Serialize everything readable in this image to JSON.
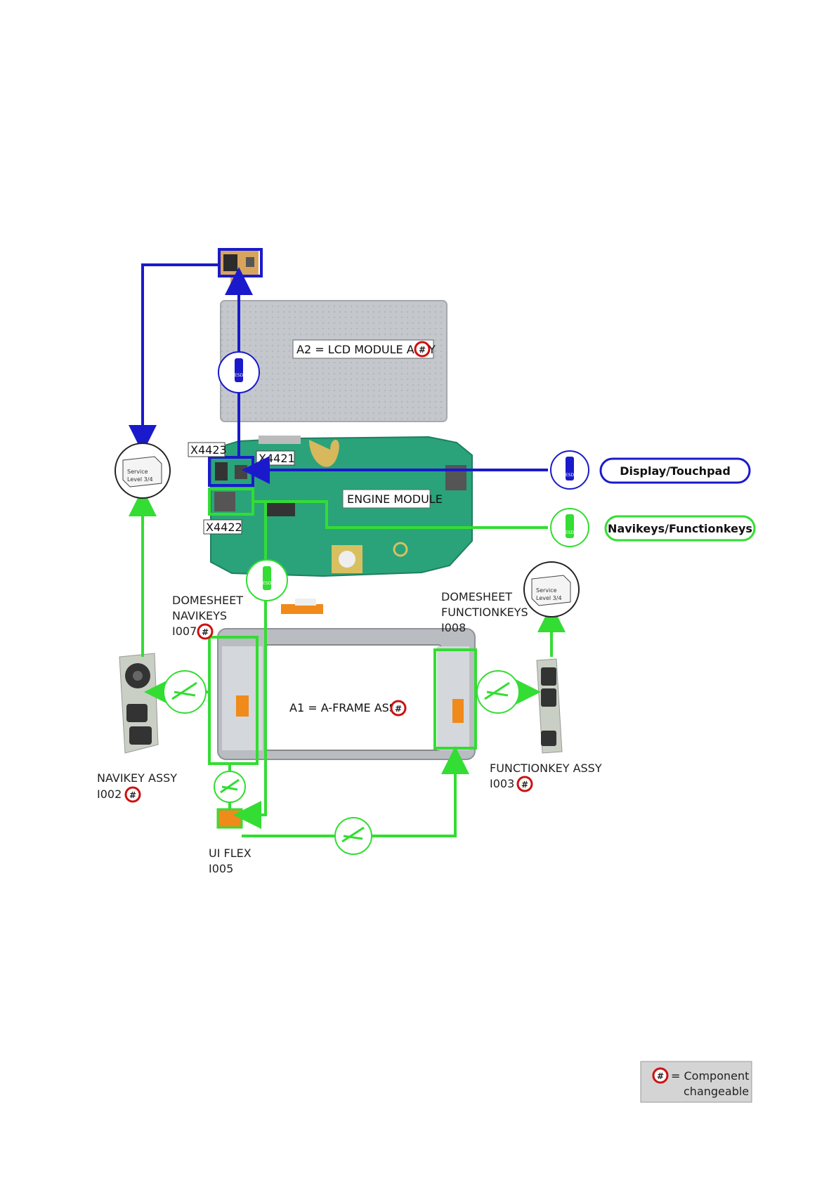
{
  "diagram": {
    "lcd_module": {
      "label": "A2 = LCD MODULE ASSY"
    },
    "engine_module": {
      "label": "ENGINE MODULE"
    },
    "a_frame": {
      "label": "A1 = A-FRAME ASSY"
    },
    "connectors": {
      "x4423": "X4423",
      "x4421": "X4421",
      "x4422": "X4422"
    },
    "pills": {
      "display_touchpad": "Display/Touchpad",
      "navikeys_functionkeys": "Navikeys/Functionkeys"
    },
    "service_level": {
      "title": "Service",
      "level": "Level 3/4"
    },
    "esd_label": "ESD",
    "domesheet_navikeys": {
      "line1": "DOMESHEET",
      "line2": "NAVIKEYS",
      "line3": "I007"
    },
    "domesheet_functionkeys": {
      "line1": "DOMESHEET",
      "line2": "FUNCTIONKEYS",
      "line3": "I008"
    },
    "navikey_assy": {
      "line1": "NAVIKEY ASSY",
      "line2": "I002"
    },
    "functionkey_assy": {
      "line1": "FUNCTIONKEY ASSY",
      "line2": "I003"
    },
    "ui_flex": {
      "line1": "UI FLEX",
      "line2": "I005"
    },
    "legend": {
      "symbol": "#",
      "line1": "= Component",
      "line2": "changeable"
    },
    "colors": {
      "blue": "#1a1acc",
      "green": "#33dd33",
      "red": "#cc1111",
      "pcb": "#2aa37a",
      "metal": "#c9cdd2"
    }
  }
}
